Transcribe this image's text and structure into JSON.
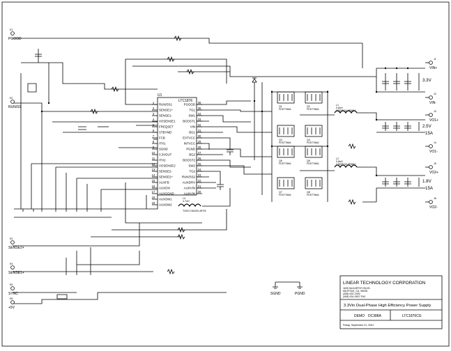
{
  "connectors": [
    {
      "ref": "E1",
      "name": "PGOOD"
    },
    {
      "ref": "E2",
      "name": "RUN/SS"
    },
    {
      "ref": "E3",
      "name": "SENSE2+"
    },
    {
      "ref": "E4",
      "name": "SENSE1+"
    },
    {
      "ref": "E5",
      "name": "SYNC"
    },
    {
      "ref": "E6",
      "name": "+5V"
    },
    {
      "ref": "J1",
      "name": "VIN+"
    },
    {
      "ref": "J2",
      "name": "VIN-"
    },
    {
      "ref": "J3",
      "name": "VO1+"
    },
    {
      "ref": "J4",
      "name": "VO1-"
    },
    {
      "ref": "J5",
      "name": "VO2+"
    },
    {
      "ref": "J6",
      "name": "VO2-"
    }
  ],
  "rails": [
    {
      "voltage": "3.3V"
    },
    {
      "voltage": "2.5V",
      "current": "15A"
    },
    {
      "voltage": "1.8V",
      "current": "15A"
    }
  ],
  "ic": {
    "ref": "U1",
    "part": "LTC1876",
    "left_pins": [
      {
        "num": "1",
        "name": "RUN/SS1"
      },
      {
        "num": "2",
        "name": "SENSE1+"
      },
      {
        "num": "3",
        "name": "SENSE1-"
      },
      {
        "num": "4",
        "name": "VOSENSE1"
      },
      {
        "num": "5",
        "name": "FREQSET"
      },
      {
        "num": "6",
        "name": "STBYMD"
      },
      {
        "num": "7",
        "name": "FCB"
      },
      {
        "num": "8",
        "name": "ITH1"
      },
      {
        "num": "9",
        "name": "SGND"
      },
      {
        "num": "10",
        "name": "3.3VOUT"
      },
      {
        "num": "11",
        "name": "ITH2"
      },
      {
        "num": "12",
        "name": "VOSENSE2"
      },
      {
        "num": "13",
        "name": "SENSE2-"
      },
      {
        "num": "14",
        "name": "SENSE2+"
      },
      {
        "num": "15",
        "name": "AUXFB"
      },
      {
        "num": "16",
        "name": "AUXON"
      },
      {
        "num": "17",
        "name": "AUXSGND"
      },
      {
        "num": "18",
        "name": "AUXSW1"
      },
      {
        "num": "19",
        "name": "AUXSW2"
      }
    ],
    "right_pins": [
      {
        "num": "36",
        "name": "PGOOD"
      },
      {
        "num": "35",
        "name": "TG1"
      },
      {
        "num": "34",
        "name": "SW1"
      },
      {
        "num": "33",
        "name": "BOOST1"
      },
      {
        "num": "32",
        "name": "VIN"
      },
      {
        "num": "31",
        "name": "BG1"
      },
      {
        "num": "30",
        "name": "EXTVCC"
      },
      {
        "num": "29",
        "name": "INTVCC"
      },
      {
        "num": "28",
        "name": "PGND"
      },
      {
        "num": "27",
        "name": "BG2"
      },
      {
        "num": "26",
        "name": "BOOST2"
      },
      {
        "num": "25",
        "name": "SW2"
      },
      {
        "num": "24",
        "name": "TG2"
      },
      {
        "num": "23",
        "name": "RUN/SS2"
      },
      {
        "num": "22",
        "name": "AUXDRV"
      },
      {
        "num": "21",
        "name": "AUXVIN"
      },
      {
        "num": "20",
        "name": "AUXVIN"
      }
    ]
  },
  "fets": [
    {
      "ref": "Q1",
      "part": "FDS7766A"
    },
    {
      "ref": "Q2",
      "part": "FDS7766A"
    },
    {
      "ref": "Q3",
      "part": "FDS7766A"
    },
    {
      "ref": "Q4",
      "part": "FDS7766A"
    },
    {
      "ref": "Q5",
      "part": "FDS7766A"
    },
    {
      "ref": "Q6",
      "part": "FDS7766A"
    },
    {
      "ref": "Q7",
      "part": "FDS7766A"
    },
    {
      "ref": "Q8",
      "part": "FDS7766A"
    }
  ],
  "inductors": [
    {
      "ref": "L1",
      "value": "0.8uH",
      "part": "CDEP134-0R8NC"
    },
    {
      "ref": "L2",
      "value": "0.8uH",
      "part": "CDEP134-0R8NC"
    },
    {
      "ref": "L3",
      "value": "4.7uH",
      "part": "TOKO D62CB-4R7M"
    }
  ],
  "ground_labels": [
    "SGND",
    "PGND"
  ],
  "title_block": {
    "company": "LINEAR TECHNOLOGY CORPORATION",
    "address": [
      "1630 McCARTHY BLVD.",
      "MILPITAS, CA. 95035",
      "(408) 432-1900",
      "(408) 434-0507 FAX"
    ],
    "title": "3.3Vin Dual-Phase High Efficiency Power Supply",
    "demo": "DEMO",
    "demo_number": "DC388A",
    "part_number": "LTC1876CG",
    "date": "Friday, September 21, 2001"
  }
}
